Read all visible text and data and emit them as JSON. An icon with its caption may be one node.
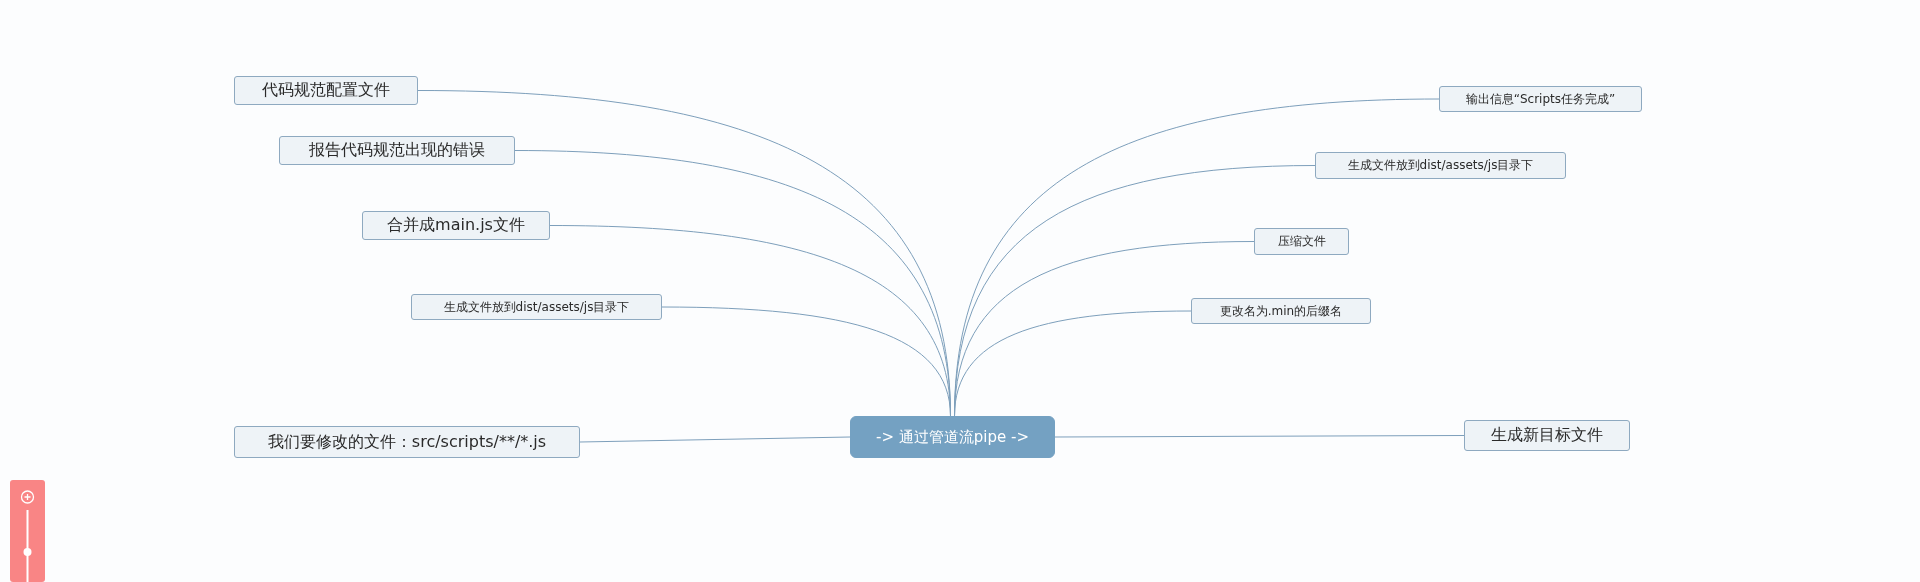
{
  "diagram": {
    "nodes": [
      {
        "text": [
          "代码规范配置文件"
        ]
      },
      {
        "text": [
          "报告代码规范出现的错误"
        ]
      },
      {
        "text": [
          "合并成main.js文件"
        ]
      },
      {
        "text": [
          "生成文件放到dist/assets/js目录下"
        ]
      },
      {
        "text": [
          "我们要修改的文件：src/scripts/**/*.js"
        ]
      },
      {
        "text": [
          "-> 通过管道流pipe ->"
        ]
      },
      {
        "text": [
          "输出信息“Scripts任务完成”"
        ]
      },
      {
        "text": [
          "生成文件放到dist/assets/js目录下"
        ]
      },
      {
        "text": [
          "压缩文件"
        ]
      },
      {
        "text": [
          "更改名为.min的后缀名"
        ]
      },
      {
        "text": [
          "生成新目标文件"
        ]
      }
    ],
    "edges": [
      {
        "from": 5,
        "to": 0,
        "arrow": "none"
      },
      {
        "from": 5,
        "to": 1,
        "arrow": "none"
      },
      {
        "from": 5,
        "to": 2,
        "arrow": "none"
      },
      {
        "from": 5,
        "to": 3,
        "arrow": "none"
      },
      {
        "from": 4,
        "to": 5,
        "arrow": "none"
      },
      {
        "from": 5,
        "to": 6,
        "arrow": "none"
      },
      {
        "from": 5,
        "to": 7,
        "arrow": "none"
      },
      {
        "from": 5,
        "to": 8,
        "arrow": "none"
      },
      {
        "from": 5,
        "to": 9,
        "arrow": "none"
      },
      {
        "from": 5,
        "to": 10,
        "arrow": "none"
      }
    ]
  }
}
